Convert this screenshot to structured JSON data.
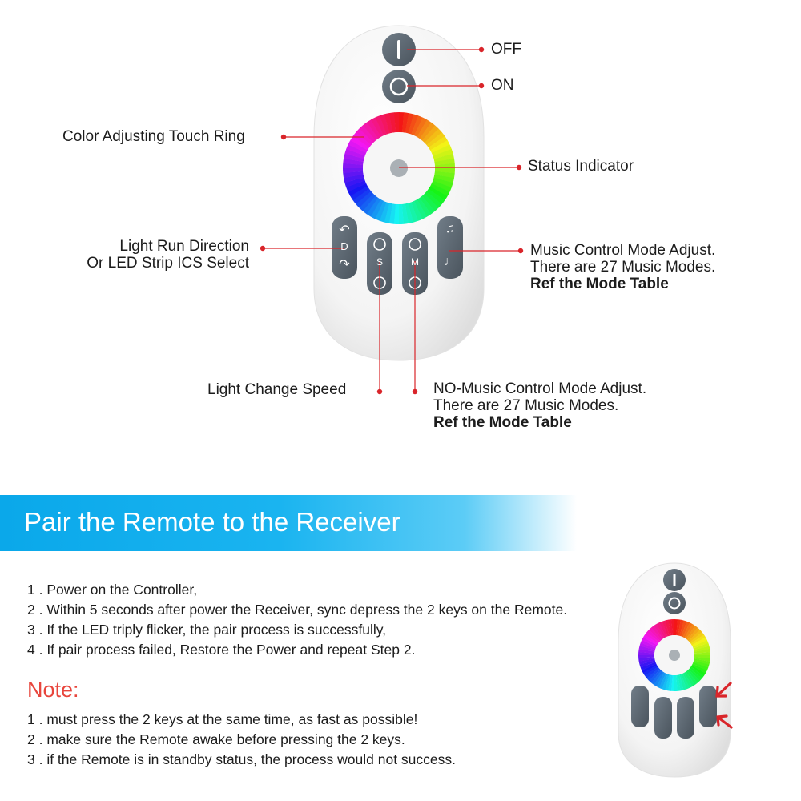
{
  "callouts": {
    "off": "OFF",
    "on": "ON",
    "color_ring": "Color Adjusting Touch Ring",
    "status_indicator": "Status Indicator",
    "run_direction_line1": "Light Run Direction",
    "run_direction_line2": "Or LED Strip ICS Select",
    "music_mode_line1": "Music Control Mode Adjust.",
    "music_mode_line2": "There are 27 Music Modes.",
    "music_mode_line3": "Ref the Mode Table",
    "speed": "Light Change Speed",
    "no_music_line1": "NO-Music Control Mode Adjust.",
    "no_music_line2": "There are 27 Music Modes.",
    "no_music_line3": "Ref the Mode Table"
  },
  "remote_keys": {
    "d_key_top": "↶",
    "d_key_mid": "D",
    "d_key_bot": "↷",
    "s_key_mid": "S",
    "m_key_mid": "M",
    "music_key_top": "♫",
    "music_key_bot": "♩"
  },
  "banner": {
    "title": "Pair the Remote to the Receiver"
  },
  "steps": [
    "1 . Power on the Controller,",
    "2 . Within 5 seconds after power the Receiver, sync depress the 2 keys on the Remote.",
    "3 . If the LED triply flicker, the pair process is successfully,",
    "4 .  If pair process failed, Restore the Power and repeat Step 2."
  ],
  "note": {
    "title": "Note:",
    "items": [
      "1 . must press the 2 keys at the same time, as fast as possible!",
      "2 . make sure the Remote awake before pressing the 2 keys.",
      "3 . if the Remote is in standby status, the process would not success."
    ]
  },
  "colors": {
    "accent_red": "#d9252a",
    "note_red": "#e8453c",
    "banner_blue": "#0aa8ea",
    "button_gray": "#5f6b76"
  }
}
